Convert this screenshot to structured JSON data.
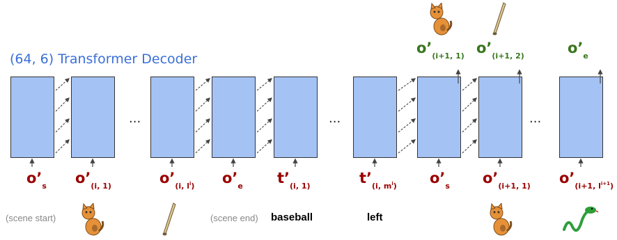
{
  "title": "(64, 6) Transformer Decoder",
  "ellipsis": "...",
  "inputs": [
    {
      "main": "o’",
      "sub": "s",
      "subsub": ""
    },
    {
      "main": "o’",
      "sub": "(i, 1)",
      "subsub": ""
    },
    {
      "main": "o’",
      "sub": "(i, l",
      "subsub": "i",
      "close": ")"
    },
    {
      "main": "o’",
      "sub": "e",
      "subsub": ""
    },
    {
      "main": "t’",
      "sub": "(i, 1)",
      "subsub": ""
    },
    {
      "main": "t’",
      "sub": "(i, m",
      "subsub": "i",
      "close": ")"
    },
    {
      "main": "o’",
      "sub": "s",
      "subsub": ""
    },
    {
      "main": "o’",
      "sub": "(i+1, 1)",
      "subsub": ""
    },
    {
      "main": "o’",
      "sub": "(i+1, l",
      "subsub": "i+1",
      "close": ")"
    }
  ],
  "outputs": [
    {
      "main": "o’",
      "sub": "(i+1, 1)"
    },
    {
      "main": "o’",
      "sub": "(i+1, 2)"
    },
    {
      "main": "o’",
      "sub": "e"
    }
  ],
  "notes": {
    "scene_start": "(scene start)",
    "scene_end": "(scene end)",
    "word_baseball": "baseball",
    "word_left": "left"
  },
  "icons": [
    "cat-icon",
    "bat-icon",
    "snake-icon"
  ],
  "colors": {
    "box_fill": "#a4c2f4",
    "input_token": "#990000",
    "output_token": "#38761d",
    "title": "#3a6fd8"
  }
}
